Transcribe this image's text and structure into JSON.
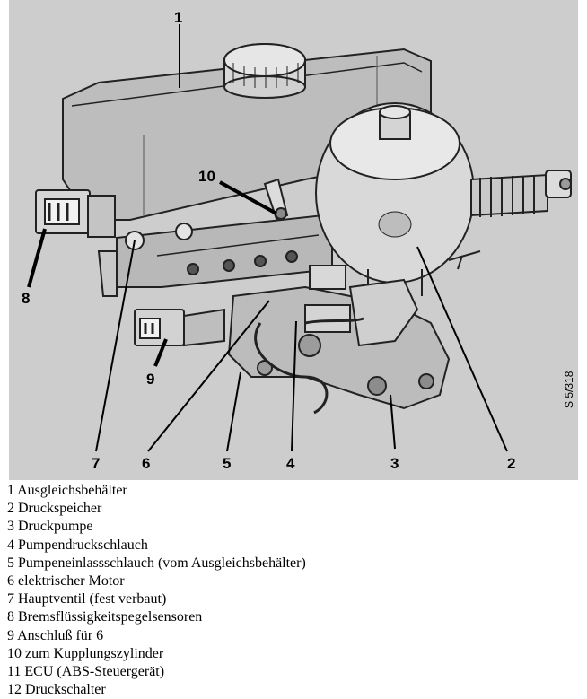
{
  "figure": {
    "drawing_code": "S 5/318",
    "callouts": [
      "1",
      "2",
      "3",
      "4",
      "5",
      "6",
      "7",
      "8",
      "9",
      "10"
    ]
  },
  "legend": [
    "1 Ausgleichsbehälter",
    "2 Druckspeicher",
    "3 Druckpumpe",
    "4 Pumpendruckschlauch",
    "5 Pumpeneinlassschlauch (vom Ausgleichsbehälter)",
    "6 elektrischer Motor",
    "7 Hauptventil (fest verbaut)",
    "8 Bremsflüssigkeitspegelsensoren",
    "9 Anschluß für 6",
    "10 zum Kupplungszylinder",
    "11 ECU (ABS-Steuergerät)",
    "12 Druckschalter"
  ]
}
